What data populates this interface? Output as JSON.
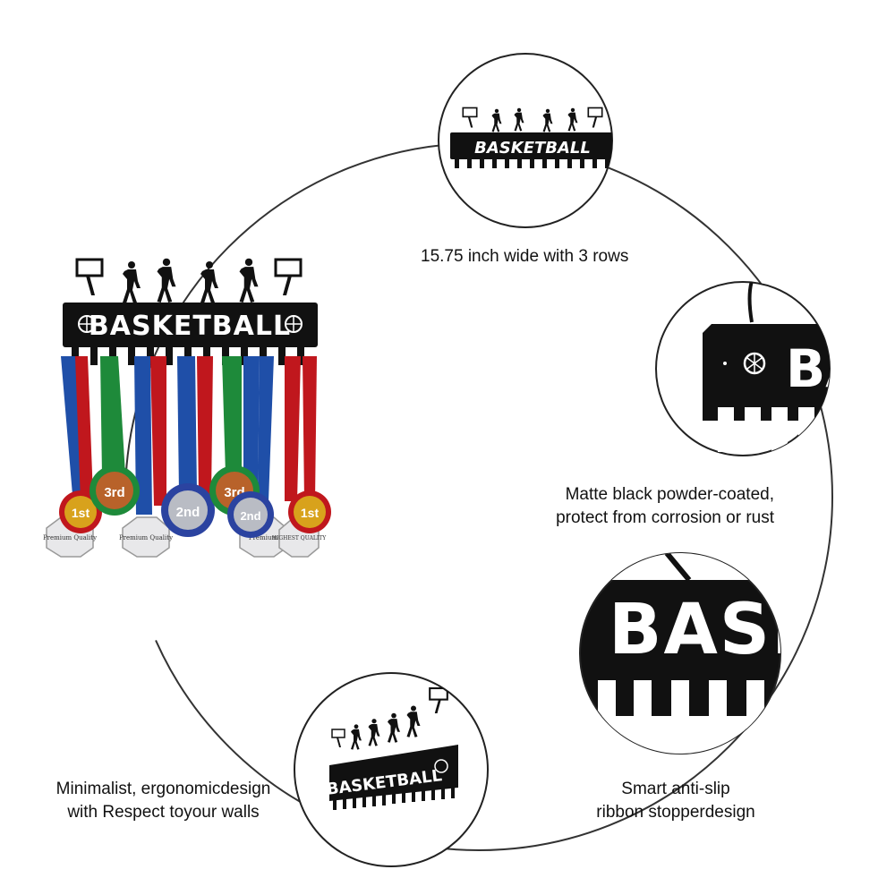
{
  "product": {
    "sign_text": "BASKETBALL"
  },
  "features": [
    {
      "lines": [
        "15.75 inch wide with 3 rows"
      ]
    },
    {
      "lines": [
        "Matte black powder-coated,",
        "protect from corrosion or rust"
      ]
    },
    {
      "lines": [
        "Smart anti-slip",
        "ribbon stopperdesign"
      ]
    },
    {
      "lines": [
        "Minimalist, ergonomicdesign",
        "with Respect toyour walls"
      ]
    }
  ],
  "detail_zooms": {
    "corner_text": "BA",
    "closeup_text": "BASI"
  },
  "medals": {
    "labels": [
      "1st",
      "3rd",
      "2nd",
      "3rd",
      "2nd",
      "1st"
    ],
    "tag_text": [
      "Premium Quality",
      "Premium Quality",
      "Premium",
      "HIGHEST QUALITY"
    ]
  },
  "colors": {
    "rack": "#111111",
    "ribbon_blue": "#1f4fa8",
    "ribbon_red": "#c0171d",
    "ribbon_green": "#1e8a3a",
    "gold": "#d8a21c",
    "bronze": "#b8622a",
    "silver": "#b9bcc4"
  }
}
